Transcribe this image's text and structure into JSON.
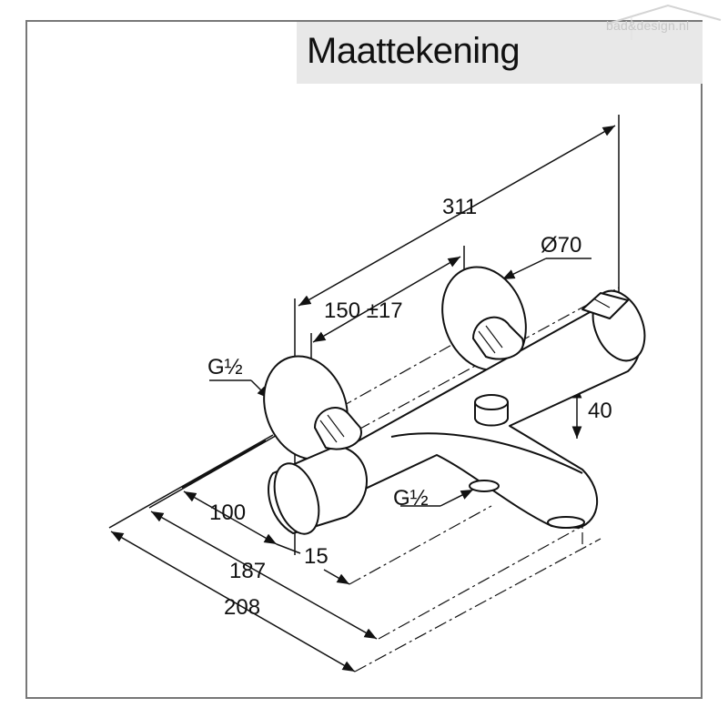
{
  "title": "Maattekening",
  "logo": {
    "text": "bad&design.nl"
  },
  "colors": {
    "frame": "#777777",
    "title_bg": "#e8e8e8",
    "ink": "#111111",
    "logo": "#c7c7c7"
  },
  "dimensions": {
    "overall_width": "311",
    "rosette_diameter": "Ø70",
    "center_distance": "150 ±17",
    "inlet_thread": "G½",
    "height": "40",
    "outlet_thread": "G½",
    "depth_100": "100",
    "depth_15": "15",
    "depth_187": "187",
    "depth_208": "208"
  }
}
